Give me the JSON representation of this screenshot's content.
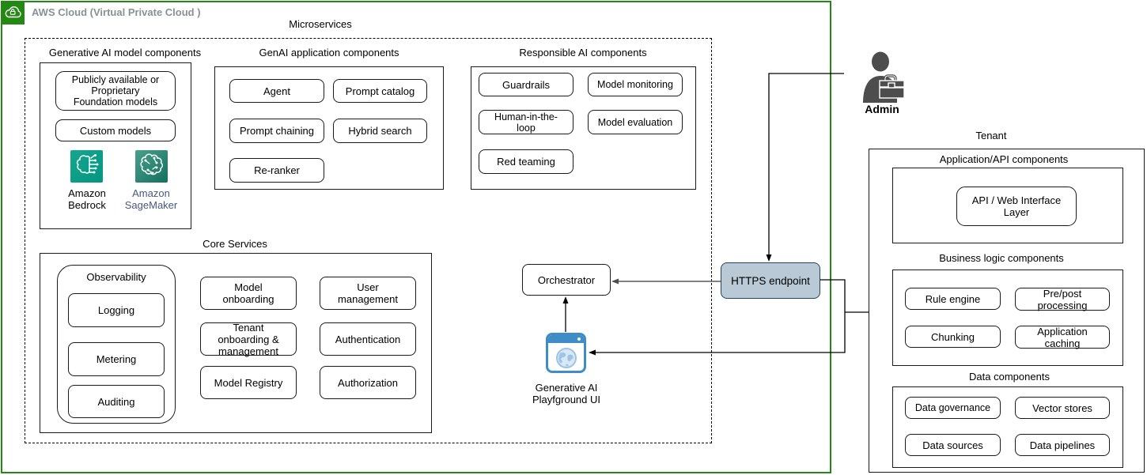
{
  "aws_cloud": {
    "title": "AWS Cloud (Virtual Private Cloud )"
  },
  "microservices": {
    "title": "Microservices"
  },
  "genai_model": {
    "title": "Generative AI model components",
    "foundation": "Publicly available or Proprietary Foundation models",
    "custom": "Custom models",
    "bedrock": "Amazon Bedrock",
    "sagemaker": "Amazon SageMaker"
  },
  "genai_app": {
    "title": "GenAI application components",
    "agent": "Agent",
    "prompt_catalog": "Prompt catalog",
    "prompt_chaining": "Prompt chaining",
    "hybrid_search": "Hybrid search",
    "reranker": "Re-ranker"
  },
  "responsible_ai": {
    "title": "Responsible AI components",
    "guardrails": "Guardrails",
    "model_monitoring": "Model monitoring",
    "human_in_the_loop": "Human-in-the-loop",
    "model_evaluation": "Model evaluation",
    "red_teaming": "Red teaming"
  },
  "core_services": {
    "title": "Core Services",
    "observability": "Observability",
    "logging": "Logging",
    "metering": "Metering",
    "auditing": "Auditing",
    "model_onboarding": "Model onboarding",
    "user_management": "User management",
    "tenant_onboarding": "Tenant onboarding & management",
    "authentication": "Authentication",
    "model_registry": "Model Registry",
    "authorization": "Authorization"
  },
  "flow": {
    "orchestrator": "Orchestrator",
    "playground_ui": "Generative AI Playfground UI",
    "https_endpoint": "HTTPS endpoint",
    "admin": "Admin"
  },
  "tenant": {
    "title": "Tenant",
    "app_api": {
      "title": "Application/API components",
      "api_layer": "API / Web Interface Layer"
    },
    "business": {
      "title": "Business logic components",
      "rule_engine": "Rule engine",
      "prepost": "Pre/post processing",
      "chunking": "Chunking",
      "app_caching": "Application caching"
    },
    "data": {
      "title": "Data components",
      "governance": "Data governance",
      "vector_stores": "Vector stores",
      "sources": "Data sources",
      "pipelines": "Data pipelines"
    }
  },
  "colors": {
    "aws-green": "#248814",
    "aws-title-gray": "#879196",
    "https-fill": "#b9c9d6",
    "https-border": "#23445d",
    "bedrock-teal": "#14a68f",
    "sagemaker-green-light": "#47a18c",
    "sagemaker-green-dark": "#156f5e",
    "sagemaker-label": "#47577e",
    "playground-blue": "#3f8dc6",
    "admin-gray": "#4d4d4d"
  }
}
